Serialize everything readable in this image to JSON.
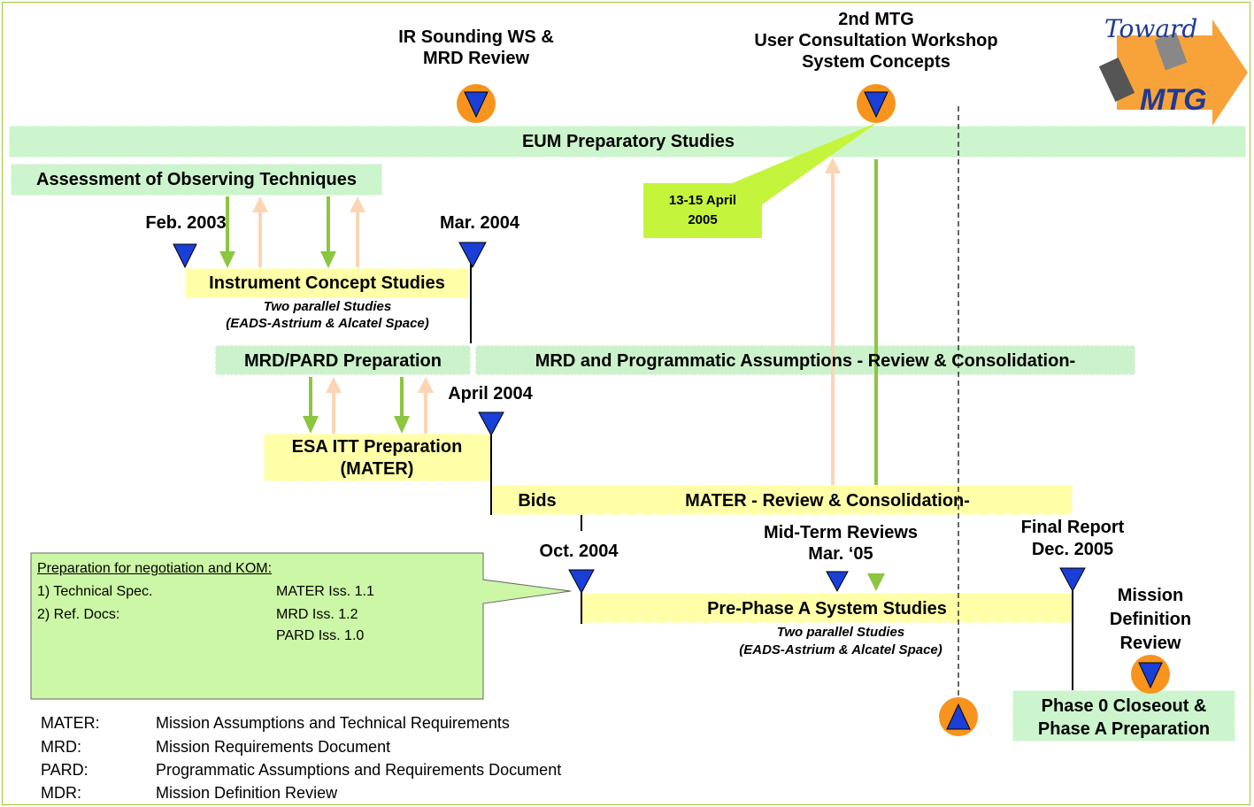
{
  "milestones": {
    "ir_ws": "IR Sounding WS &\nMRD Review",
    "mtg_ws": "2nd MTG\nUser Consultation Workshop\nSystem Concepts",
    "feb2003": "Feb. 2003",
    "mar2004": "Mar. 2004",
    "april2004": "April 2004",
    "oct2004": "Oct. 2004",
    "midterm": "Mid-Term Reviews\nMar. ‘05",
    "final": "Final Report\nDec. 2005",
    "mdr": "Mission\nDefinition\nReview"
  },
  "bars": {
    "eum": "EUM Preparatory Studies",
    "assessment": "Assessment of Observing Techniques",
    "ics_title": "Instrument Concept Studies",
    "ics_sub": "Two parallel Studies\n(EADS-Astrium & Alcatel Space)",
    "mrd_pard": "MRD/PARD Preparation",
    "mrd_review": "MRD and Programmatic Assumptions  - Review  &  Consolidation-",
    "esa_itt": "ESA ITT Preparation\n(MATER)",
    "bids": "Bids",
    "mater_review": "MATER  - Review  &  Consolidation-",
    "prephase_title": "Pre-Phase A System Studies",
    "prephase_sub": "Two parallel Studies\n(EADS-Astrium & Alcatel Space)",
    "phase0": "Phase 0 Closeout &\nPhase A Preparation",
    "april2005": "13-15 April\n2005"
  },
  "callout": {
    "title": "Preparation for negotiation and KOM:",
    "rows": [
      {
        "label": "1) Technical Spec.",
        "value": "MATER Iss. 1.1"
      },
      {
        "label": "2) Ref. Docs:",
        "value": "MRD Iss. 1.2"
      },
      {
        "label": "",
        "value": "PARD Iss. 1.0"
      }
    ]
  },
  "legend": [
    {
      "abbr": "MATER:",
      "text": "Mission Assumptions and Technical Requirements"
    },
    {
      "abbr": "MRD:",
      "text": "Mission Requirements Document"
    },
    {
      "abbr": "PARD:",
      "text": "Programmatic Assumptions and Requirements Document"
    },
    {
      "abbr": "MDR:",
      "text": "Mission Definition Review"
    }
  ],
  "logo": {
    "word1": "Toward",
    "word2": "MTG"
  },
  "colors": {
    "green_bar": "#cdf5cd",
    "yellow_bar": "#ffffa8",
    "lime": "#c4f53c",
    "arrow_green": "#8cc63f",
    "arrow_peach": "#fcd5b4",
    "milestone_blue": "#1a3fd6",
    "milestone_orange": "#f7941d",
    "callout_fill": "#ccf7a6",
    "frame": "#9acd32"
  }
}
